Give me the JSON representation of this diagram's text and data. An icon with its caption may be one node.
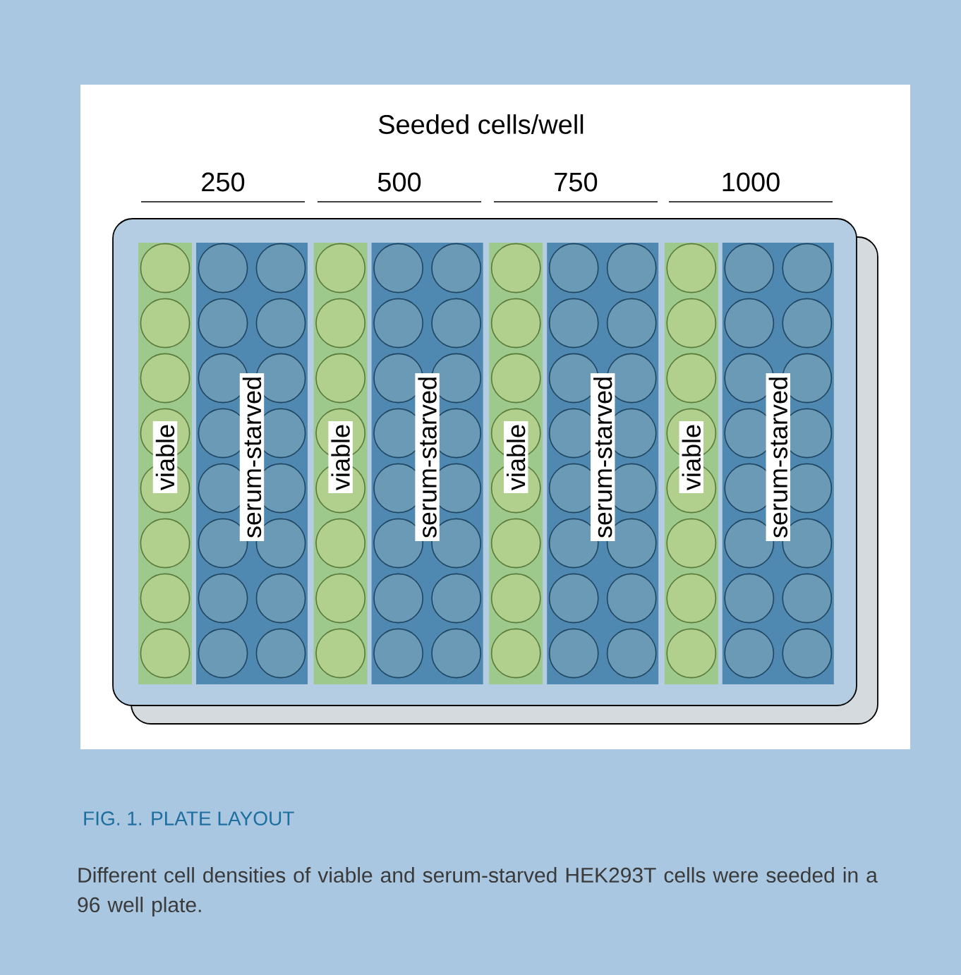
{
  "diagram": {
    "title": "FIG. 1. PLATE LAYOUT",
    "caption": "Different cell densities of viable and serum-starved HEK293T cells were seeded in a 96 well plate.",
    "nodes": [
      {
        "text": [],
        "shape": "box"
      },
      {
        "text": [
          "viable"
        ],
        "in": 0
      },
      {
        "text": [
          "serum-starved"
        ],
        "in": 0
      },
      {
        "text": [
          "viable"
        ],
        "in": 0
      },
      {
        "text": [
          "serum-starved"
        ],
        "in": 0
      },
      {
        "text": [
          "viable"
        ],
        "in": 0
      },
      {
        "text": [
          "serum-starved"
        ],
        "in": 0
      },
      {
        "text": [
          "viable"
        ],
        "in": 0
      },
      {
        "text": [
          "serum-starved"
        ],
        "in": 0
      }
    ],
    "edges": [],
    "labels": [
      "Seeded cells/well",
      "250",
      "500",
      "750",
      "1000"
    ]
  }
}
